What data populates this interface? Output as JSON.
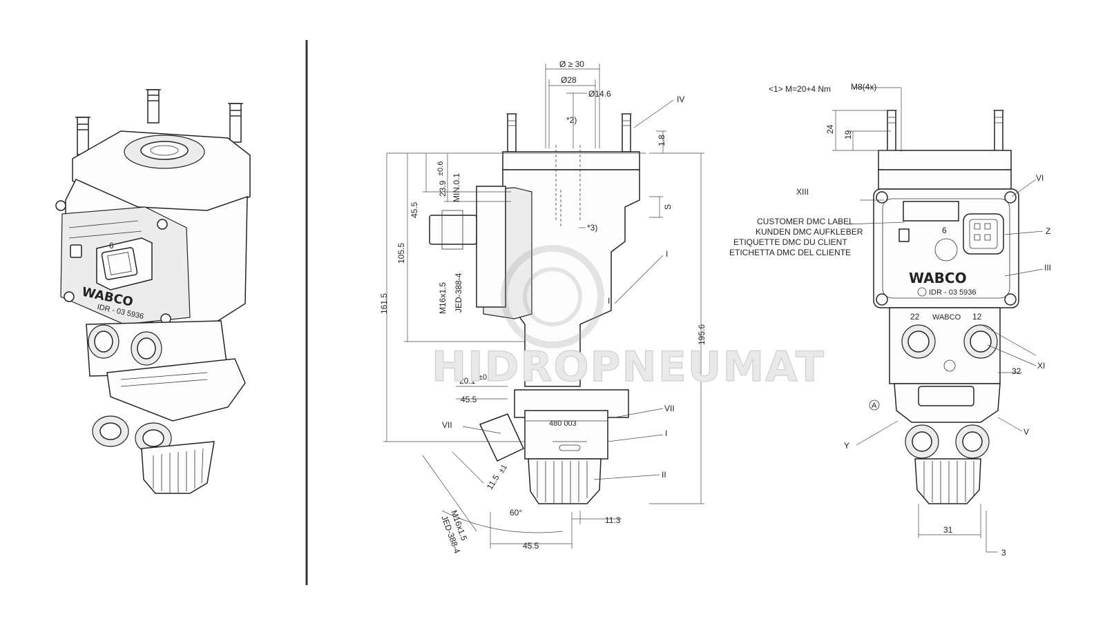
{
  "watermark": "HIDROPNEUMAT",
  "brand": "WABCO",
  "dims_side": {
    "d_min": "Ø ≥ 30",
    "d_28": "Ø28",
    "d_14_6": "Ø14.6",
    "note2": "*2)",
    "note3": "*3)",
    "dim_1_8": "1.8",
    "dim_23_9": "23.9",
    "tol_23_9": "±0.6",
    "min_0_1": "MIN.0.1",
    "dim_45_5a": "45.5",
    "dim_105_5": "105.5",
    "dim_161_5": "161.5",
    "thread_upper": "M16x1.5",
    "jed_upper": "JED-388-4",
    "s": "S",
    "dim_20_1": "20.1",
    "tol_20_1": "±0.5",
    "dim_45_5b": "45.5",
    "dim_195_6": "195.6",
    "dim_11_5": "11.5",
    "tol_11_5": "±1",
    "thread_lower": "M16x1.5",
    "jed_lower": "JED-388-4",
    "angle": "60°",
    "dim_11_3": "11.3",
    "dim_45_5c": "45.5",
    "part_stamp": "480 003",
    "ref_IV": "IV",
    "ref_I_a": "I",
    "ref_I_b": "I",
    "ref_I_c": "I",
    "ref_II": "II",
    "ref_VII_a": "VII",
    "ref_VII_b": "VII"
  },
  "dims_front": {
    "torque": "<1> M=20+4 Nm",
    "bolt": "M8(4x)",
    "dim_24": "24",
    "dim_19": "19",
    "ref_XIII": "XIII",
    "ref_VI": "VI",
    "ref_Z": "Z",
    "ref_III": "III",
    "ref_XI": "XI",
    "ref_V": "V",
    "ref_Y": "Y",
    "ref_A": "A",
    "ref_3": "3",
    "label_lines": [
      "CUSTOMER DMC LABEL",
      "KUNDEN DMC AUFKLEBER",
      "ETIQUETTE DMC DU CLIENT",
      "ETICHETTA DMC DEL CLIENTE"
    ],
    "port_6": "6",
    "port_22": "22",
    "port_12": "12",
    "dim_32": "32",
    "dim_31": "31",
    "cert": "IDR - 03 5936",
    "small_brand": "WABCO"
  },
  "iso": {
    "port_6": "6",
    "cert": "IDR - 03 5936"
  }
}
